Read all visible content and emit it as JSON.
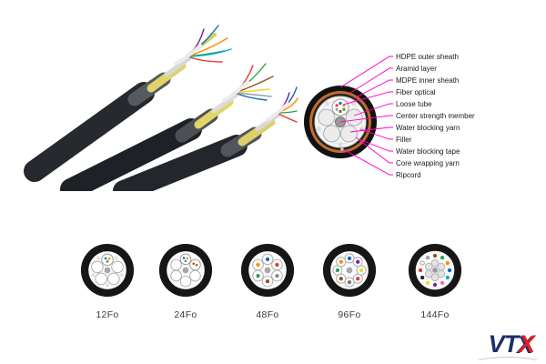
{
  "cross_section": {
    "labels": [
      "HDPE outer sheath",
      "Aramid layer",
      "MDPE inner sheath",
      "Fiber optical",
      "Loose tube",
      "Center strength member",
      "Water blocking yarn",
      "Filler",
      "Water blocking tape",
      "Core wrapping yarn",
      "Ripcord"
    ]
  },
  "variants": [
    {
      "label": "12Fo"
    },
    {
      "label": "24Fo"
    },
    {
      "label": "48Fo"
    },
    {
      "label": "96Fo"
    },
    {
      "label": "144Fo"
    }
  ],
  "logo": {
    "vt": "VT",
    "x": "X"
  },
  "colors": {
    "leader_line": "#ff00c8",
    "logo_navy": "#1c2e6b",
    "logo_red": "#e31e24",
    "aramid": "#c46a2a",
    "jacket": "#161616"
  }
}
